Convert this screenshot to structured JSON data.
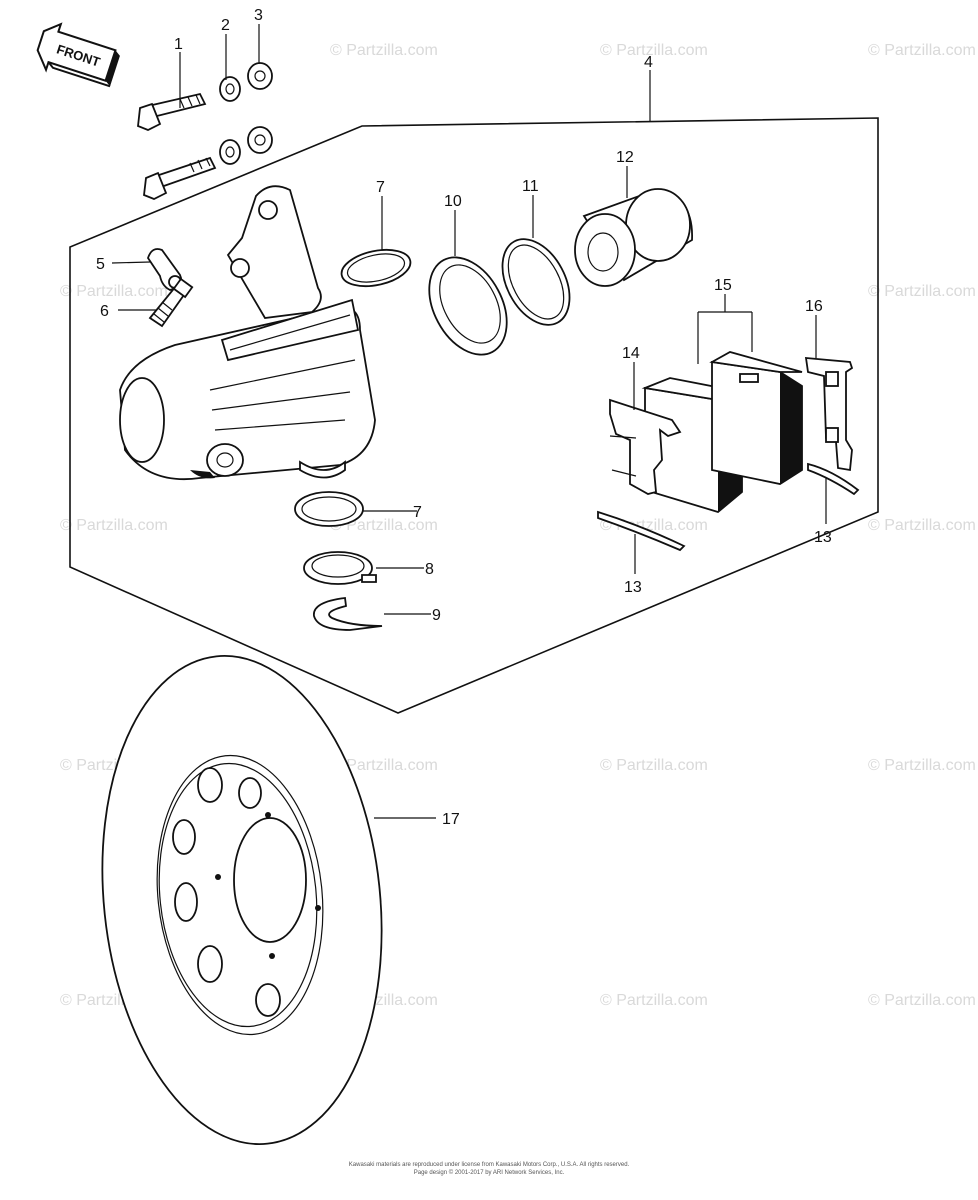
{
  "front_label": "FRONT",
  "watermark": "© Partzilla.com",
  "callouts": {
    "c1": "1",
    "c2": "2",
    "c3": "3",
    "c4": "4",
    "c5": "5",
    "c6": "6",
    "c7a": "7",
    "c7b": "7",
    "c8": "8",
    "c9": "9",
    "c10": "10",
    "c11": "11",
    "c12": "12",
    "c13a": "13",
    "c13b": "13",
    "c14": "14",
    "c15": "15",
    "c16": "16",
    "c17": "17"
  },
  "footer": {
    "line1": "Kawasaki materials are reproduced under license from Kawasaki Motors Corp., U.S.A. All rights reserved.",
    "line2": "Page design © 2001-2017 by ARI Network Services, Inc."
  }
}
